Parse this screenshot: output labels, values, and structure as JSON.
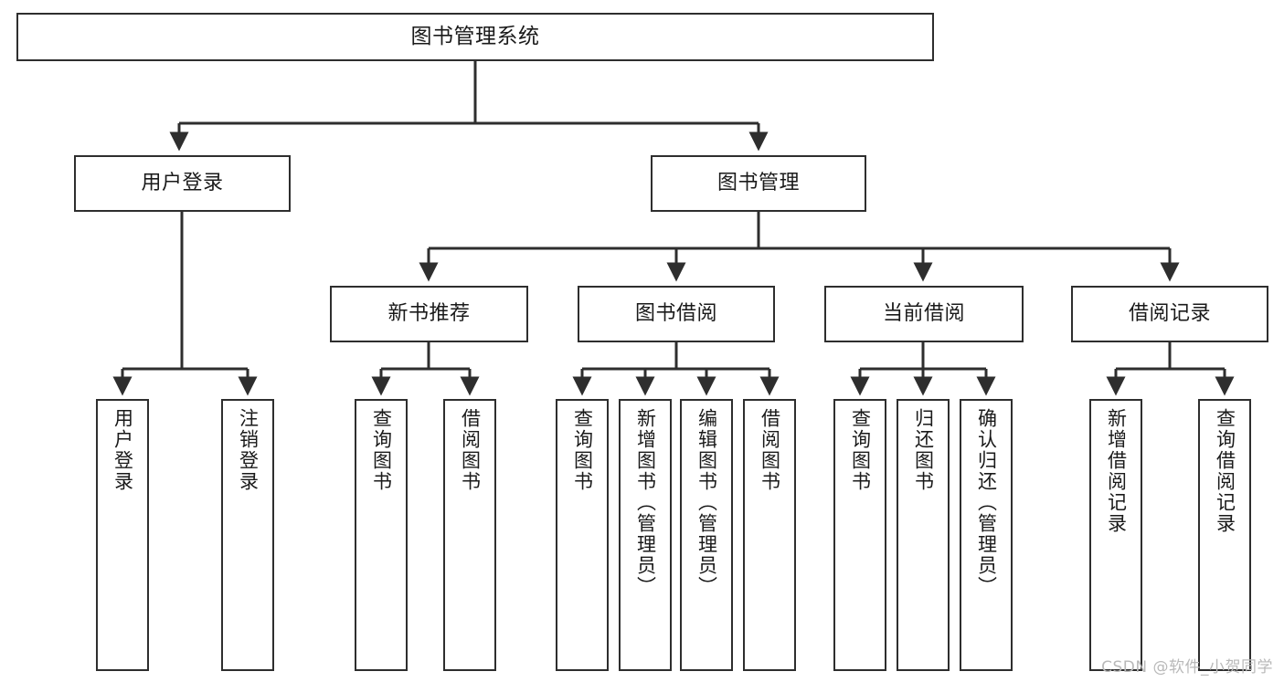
{
  "diagram": {
    "title": "图书管理系统",
    "type": "tree",
    "orientation": "top-down",
    "colors": {
      "box_border": "#2e2e2e",
      "box_fill": "#ffffff",
      "connector": "#2e2e2e",
      "text": "#1a1a1a",
      "watermark": "#b9b9b9"
    },
    "root": {
      "id": "root",
      "label": "图书管理系统"
    },
    "level2": [
      {
        "id": "n-user-login",
        "label": "用户登录"
      },
      {
        "id": "n-book-manage",
        "label": "图书管理"
      }
    ],
    "level3": [
      {
        "id": "n-new-book-rec",
        "label": "新书推荐",
        "parent": "n-book-manage"
      },
      {
        "id": "n-book-borrow",
        "label": "图书借阅",
        "parent": "n-book-manage"
      },
      {
        "id": "n-current-borrow",
        "label": "当前借阅",
        "parent": "n-book-manage"
      },
      {
        "id": "n-borrow-record",
        "label": "借阅记录",
        "parent": "n-book-manage"
      }
    ],
    "leaves": {
      "user_login": [
        {
          "id": "leaf-user-login",
          "label": "用户登录"
        },
        {
          "id": "leaf-logout-login",
          "label": "注销登录"
        }
      ],
      "new_book_rec": [
        {
          "id": "leaf-query-book-1",
          "label": "查询图书"
        },
        {
          "id": "leaf-borrow-book-1",
          "label": "借阅图书"
        }
      ],
      "book_borrow": [
        {
          "id": "leaf-query-book-2",
          "label": "查询图书"
        },
        {
          "id": "leaf-add-book",
          "label": "新增图书（管理员）"
        },
        {
          "id": "leaf-edit-book",
          "label": "编辑图书（管理员）"
        },
        {
          "id": "leaf-borrow-book-2",
          "label": "借阅图书"
        }
      ],
      "current_borrow": [
        {
          "id": "leaf-query-book-3",
          "label": "查询图书"
        },
        {
          "id": "leaf-return-book",
          "label": "归还图书"
        },
        {
          "id": "leaf-confirm-return",
          "label": "确认归还（管理员）"
        }
      ],
      "borrow_record": [
        {
          "id": "leaf-add-record",
          "label": "新增借阅记录"
        },
        {
          "id": "leaf-query-record",
          "label": "查询借阅记录"
        }
      ]
    }
  },
  "watermark": {
    "text": "CSDN @软件_小贺同学"
  }
}
